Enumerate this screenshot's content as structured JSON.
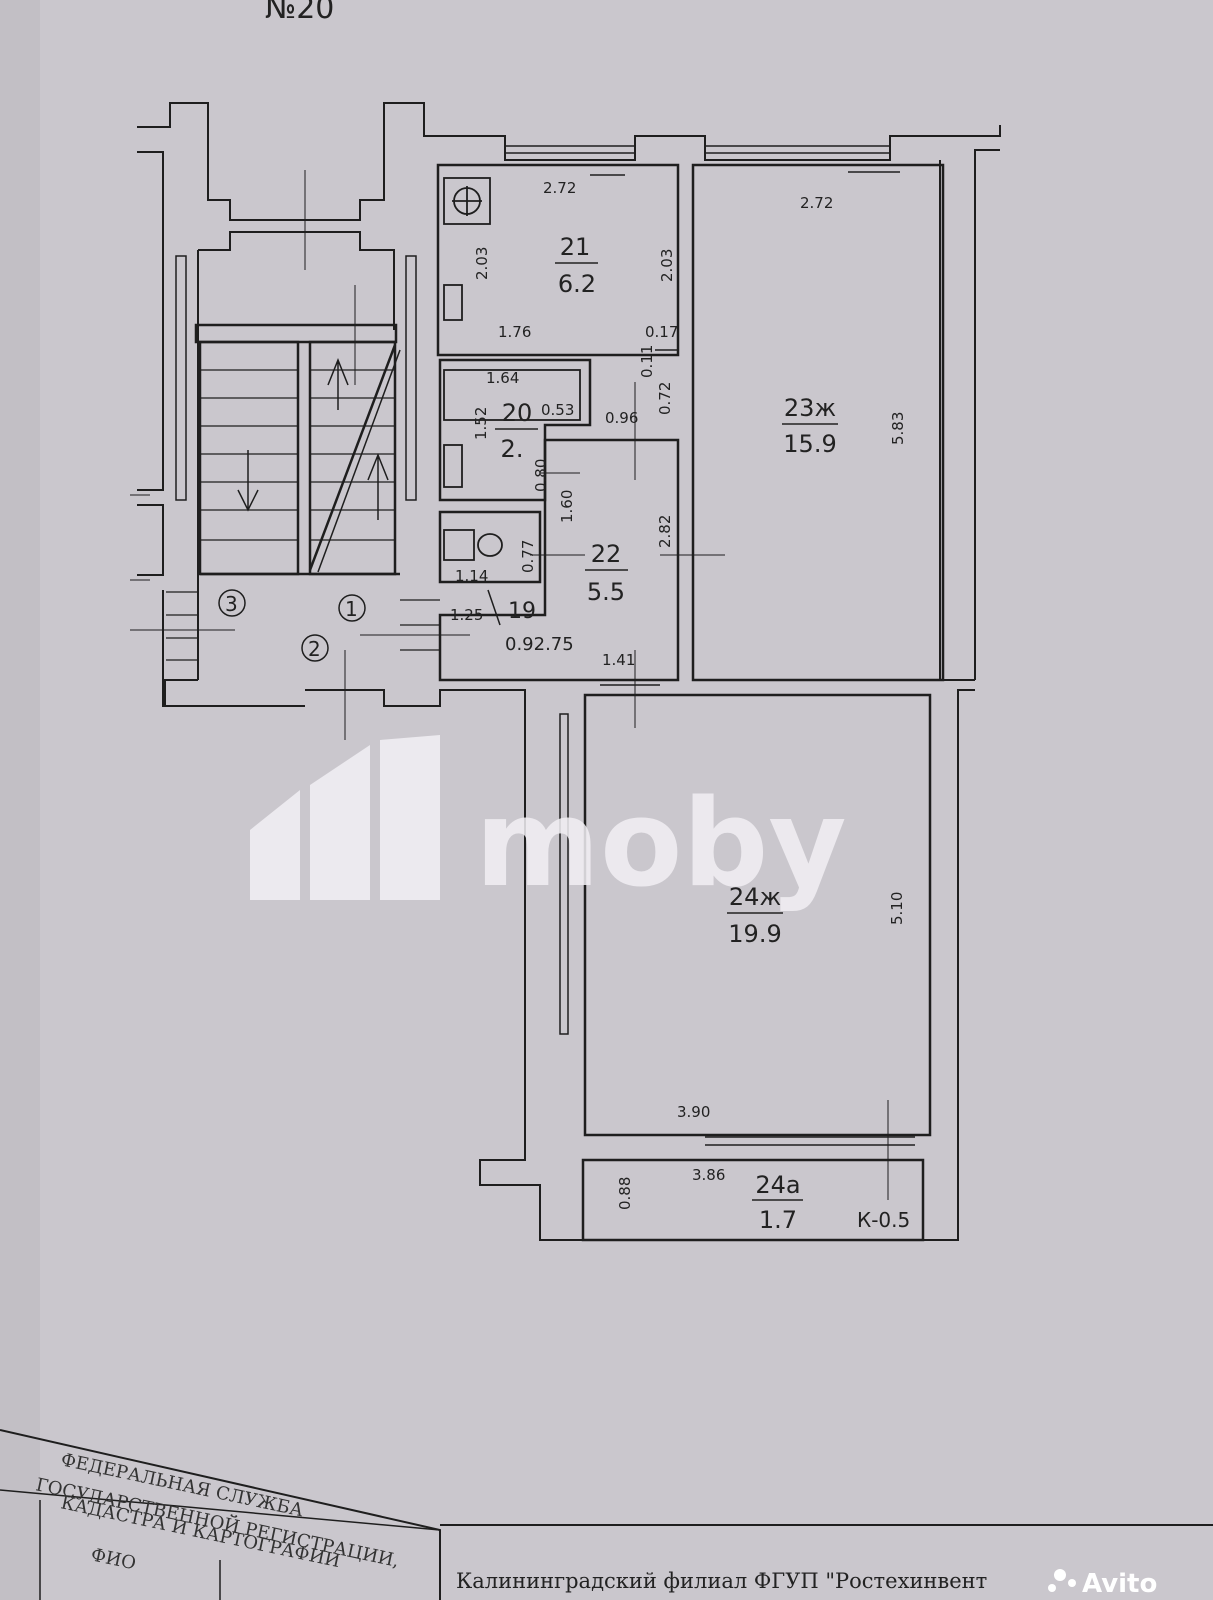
{
  "sheet_title": "№20",
  "rooms": [
    {
      "id": "r21",
      "number": "21",
      "area": "6.2"
    },
    {
      "id": "r20",
      "number": "20",
      "area": "2."
    },
    {
      "id": "r22",
      "number": "22",
      "area": "5.5"
    },
    {
      "id": "r23",
      "number": "23ж",
      "area": "15.9"
    },
    {
      "id": "r24",
      "number": "24ж",
      "area": "19.9"
    },
    {
      "id": "r24a",
      "number": "24а",
      "area": "1.7"
    },
    {
      "id": "r19",
      "number": "19",
      "area": ""
    }
  ],
  "dimensions": {
    "d_272a": "2.72",
    "d_272b": "2.72",
    "d_203a": "2.03",
    "d_203b": "2.03",
    "d_176": "1.76",
    "d_017": "0.17",
    "d_011": "0.11",
    "d_072": "0.72",
    "d_164": "1.64",
    "d_152": "1.52",
    "d_053": "0.53",
    "d_096": "0.96",
    "d_080": "0.80",
    "d_160": "1.60",
    "d_282": "2.82",
    "d_077": "0.77",
    "d_114": "1.14",
    "d_125": "1.25",
    "d_0925": "0.92.75",
    "d_141": "1.41",
    "d_583": "5.83",
    "d_510": "5.10",
    "d_390": "3.90",
    "d_386": "3.86",
    "d_088": "0.88",
    "d_k05": "К-0.5"
  },
  "stair_markers": [
    "3",
    "1",
    "2"
  ],
  "watermark": "moby",
  "stamp_lines": [
    "ФЕДЕРАЛЬНАЯ СЛУЖБА",
    "ГОСУДАРСТВЕННОЙ РЕГИСТРАЦИИ,",
    "КАДАСТРА И КАРТОГРАФИИ"
  ],
  "stamp_cells": [
    "ФИО"
  ],
  "footer_org": "Калининградский филиал ФГУП \"Ростехинвент",
  "footer_brand": "Avito"
}
